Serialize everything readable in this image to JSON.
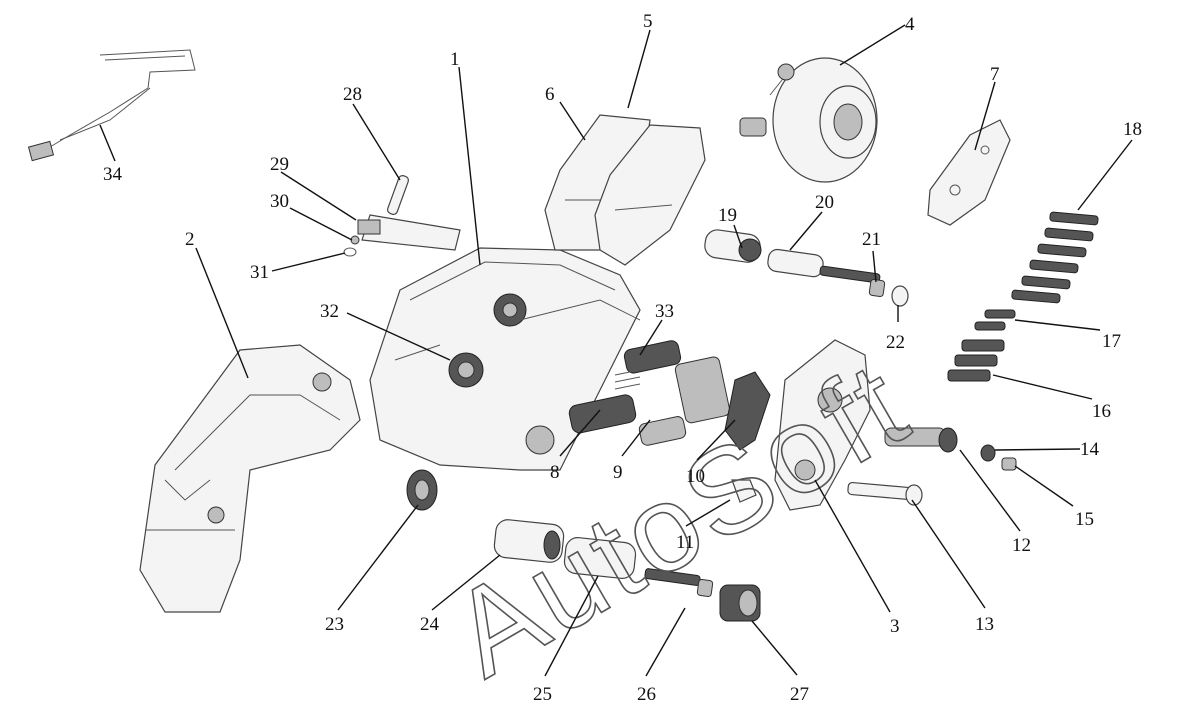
{
  "diagram": {
    "watermark": "AutoSoft",
    "labels": [
      "1",
      "2",
      "3",
      "4",
      "5",
      "6",
      "7",
      "8",
      "9",
      "10",
      "11",
      "12",
      "13",
      "14",
      "15",
      "16",
      "17",
      "18",
      "19",
      "20",
      "21",
      "22",
      "23",
      "24",
      "25",
      "26",
      "27",
      "28",
      "29",
      "30",
      "31",
      "32",
      "33",
      "34"
    ]
  }
}
